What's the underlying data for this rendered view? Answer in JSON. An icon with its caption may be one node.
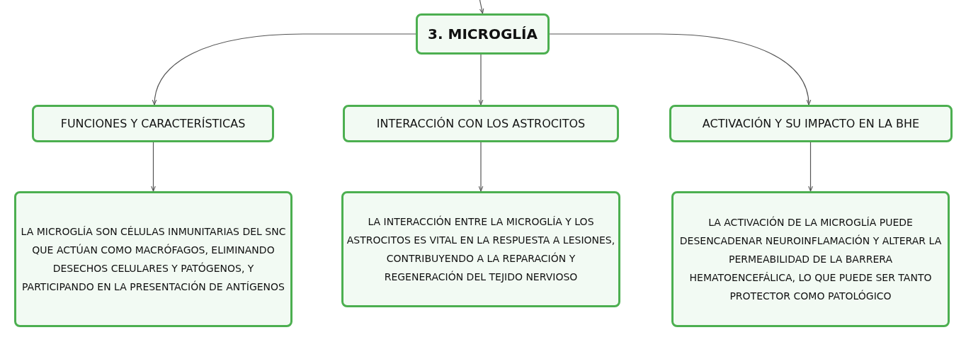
{
  "diagram": {
    "nodes": [
      {
        "text": [
          "3. MICROGLÍA"
        ]
      },
      {
        "text": [
          "FUNCIONES Y CARACTERÍSTICAS"
        ]
      },
      {
        "text": [
          "INTERACCIÓN CON LOS ASTROCITOS"
        ]
      },
      {
        "text": [
          "ACTIVACIÓN Y SU IMPACTO EN LA BHE"
        ]
      },
      {
        "text": [
          "LA MICROGLÍA SON CÉLULAS INMUNITARIAS DEL SNC QUE ACTÚAN COMO MACRÓFAGOS, ELIMINANDO DESECHOS CELULARES Y PATÓGENOS, Y PARTICIPANDO EN LA PRESENTACIÓN DE ANTÍGENOS"
        ]
      },
      {
        "text": [
          "LA INTERACCIÓN ENTRE LA MICROGLÍA Y LOS ASTROCITOS ES VITAL EN LA RESPUESTA A LESIONES, CONTRIBUYENDO A LA REPARACIÓN Y REGENERACIÓN DEL TEJIDO NERVIOSO"
        ]
      },
      {
        "text": [
          "LA ACTIVACIÓN DE LA MICROGLÍA PUEDE DESENCADENAR NEUROINFLAMACIÓN Y ALTERAR LA PERMEABILIDAD DE LA BARRERA HEMATOENCEFÁLICA, LO QUE PUEDE SER TANTO PROTECTOR COMO PATOLÓGICO"
        ]
      }
    ],
    "edges": [
      {
        "from": null,
        "to": 0,
        "arrow": "to"
      },
      {
        "from": 0,
        "to": 1,
        "arrow": "to"
      },
      {
        "from": 0,
        "to": 2,
        "arrow": "to"
      },
      {
        "from": 0,
        "to": 3,
        "arrow": "to"
      },
      {
        "from": 1,
        "to": 4,
        "arrow": "to"
      },
      {
        "from": 2,
        "to": 5,
        "arrow": "to"
      },
      {
        "from": 3,
        "to": 6,
        "arrow": "to"
      }
    ]
  }
}
